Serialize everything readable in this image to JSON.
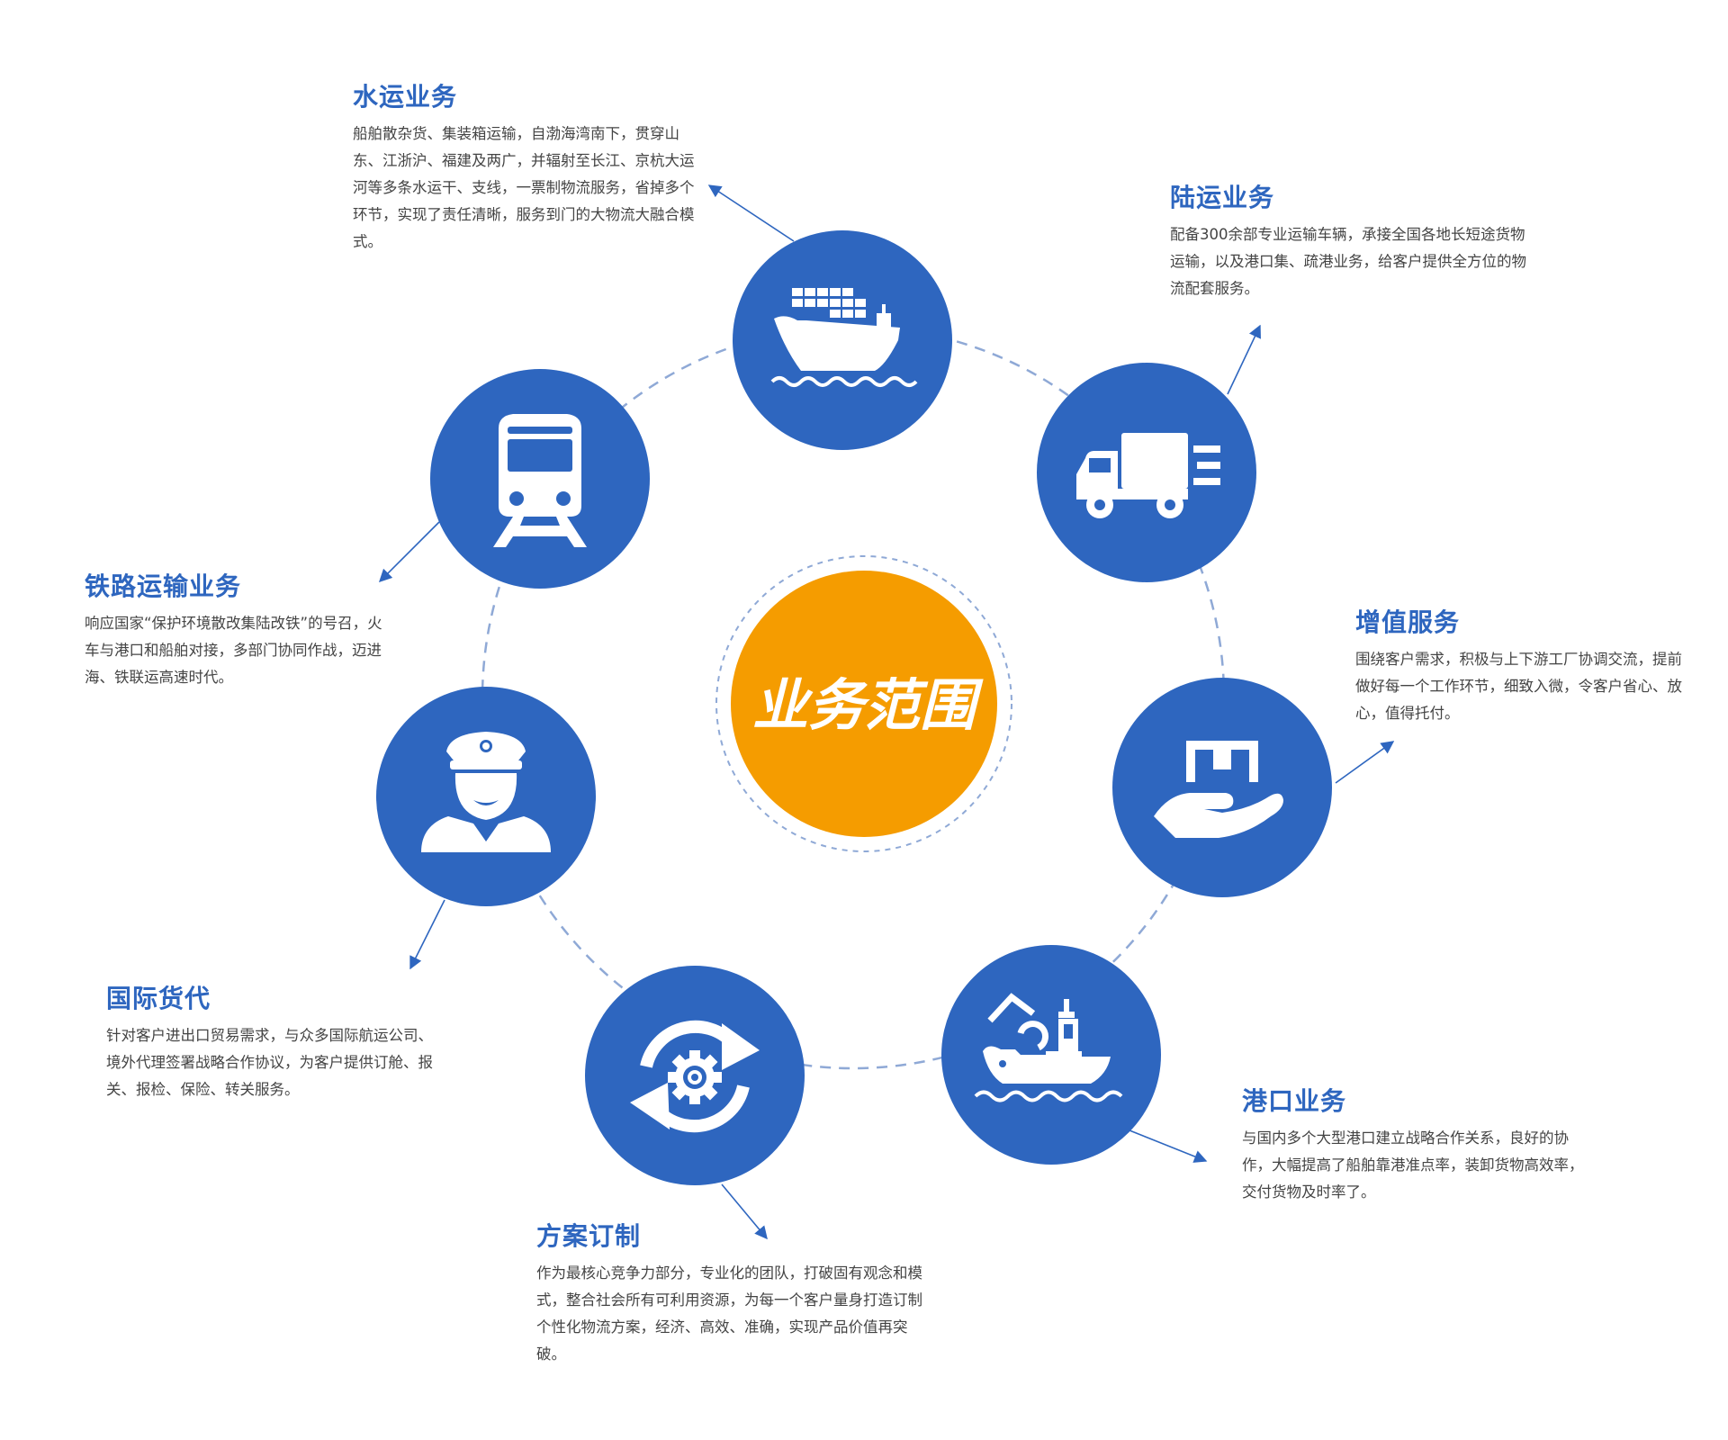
{
  "center": {
    "label": "业务范围"
  },
  "colors": {
    "node": "#2e66bf",
    "center": "#f59c00",
    "ring": "#8fa9d6",
    "heading": "#2e66bf",
    "body": "#444444"
  },
  "services": [
    {
      "id": "water",
      "icon": "cargo-ship-icon",
      "title": "水运业务",
      "desc": "船舶散杂货、集装箱运输，自渤海湾南下，贯穿山东、江浙沪、福建及两广，并辐射至长江、京杭大运河等多条水运干、支线，一票制物流服务，省掉多个环节，实现了责任清晰，服务到门的大物流大融合模式。"
    },
    {
      "id": "land",
      "icon": "truck-icon",
      "title": "陆运业务",
      "desc": "配备300余部专业运输车辆，承接全国各地长短途货物运输，以及港口集、疏港业务，给客户提供全方位的物流配套服务。"
    },
    {
      "id": "value",
      "icon": "hand-box-icon",
      "title": "增值服务",
      "desc": "围绕客户需求，积极与上下游工厂协调交流，提前做好每一个工作环节，细致入微，令客户省心、放心，值得托付。"
    },
    {
      "id": "port",
      "icon": "port-crane-ship-icon",
      "title": "港口业务",
      "desc": "与国内多个大型港口建立战略合作关系，良好的协作，大幅提高了船舶靠港准点率，装卸货物高效率，交付货物及时率了。"
    },
    {
      "id": "plan",
      "icon": "gear-cycle-icon",
      "title": "方案订制",
      "desc": "作为最核心竞争力部分，专业化的团队，打破固有观念和模式，整合社会所有可利用资源，为每一个客户量身打造订制个性化物流方案，经济、高效、准确，实现产品价值再突破。"
    },
    {
      "id": "forwarding",
      "icon": "officer-icon",
      "title": "国际货代",
      "desc": "针对客户进出口贸易需求，与众多国际航运公司、境外代理签署战略合作协议，为客户提供订舱、报关、报检、保险、转关服务。"
    },
    {
      "id": "rail",
      "icon": "train-icon",
      "title": "铁路运输业务",
      "desc": "响应国家“保护环境散改集陆改铁”的号召，火车与港口和船舶对接，多部门协同作战，迈进海、铁联运高速时代。"
    }
  ]
}
